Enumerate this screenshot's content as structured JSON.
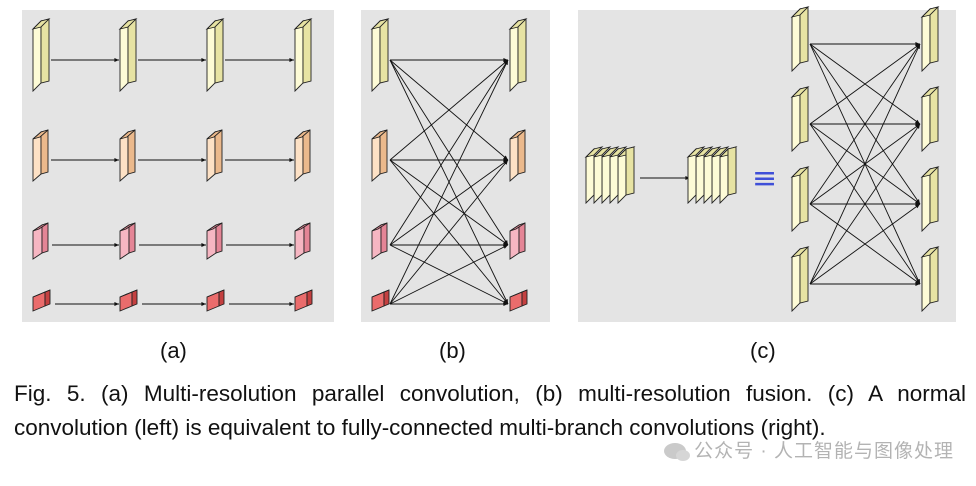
{
  "panels": [
    {
      "label": "(a)"
    },
    {
      "label": "(b)"
    },
    {
      "label": "(c)"
    }
  ],
  "equiv_symbol": "≡",
  "caption": "Fig. 5.  (a) Multi-resolution parallel convolution, (b) multi-resolution fusion. (c) A normal convolution (left) is equivalent to fully-connected multi-branch convolutions (right).",
  "watermark": "公众号 · 人工智能与图像处理",
  "colors": {
    "panel_bg": "#e4e4e4",
    "res1_face": "#fdfbd6",
    "res1_side": "#e7e3a3",
    "res2_face": "#fde1c5",
    "res2_side": "#ebb98c",
    "res3_face": "#f6b6c2",
    "res3_side": "#e48596",
    "res4_face": "#ea6c6c",
    "res4_side": "#c44040",
    "equiv": "#3f4fd8"
  }
}
